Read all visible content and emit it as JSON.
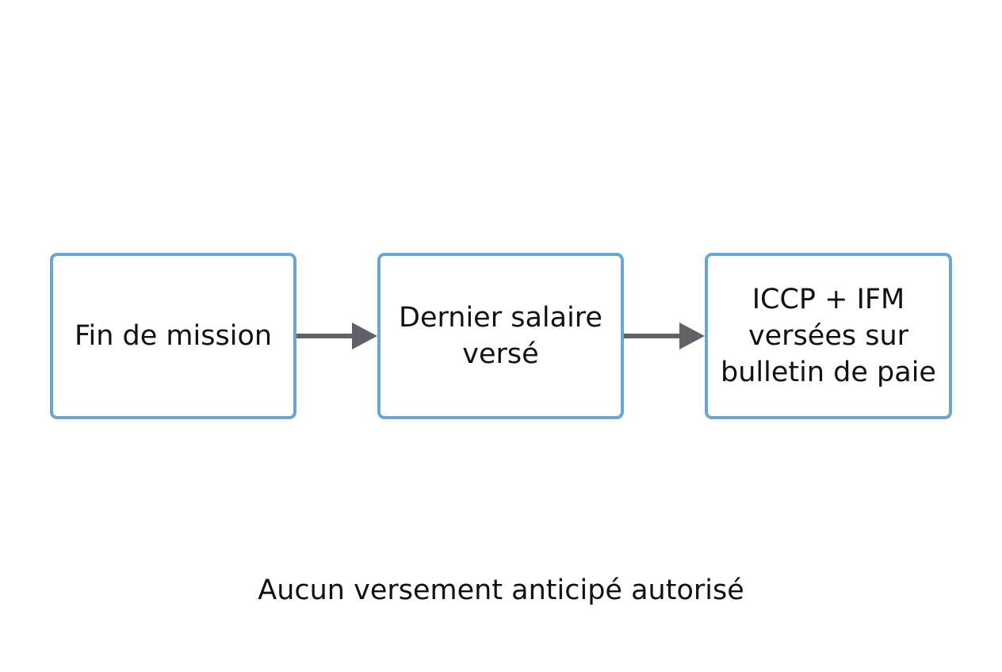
{
  "diagram": {
    "nodes": [
      {
        "id": "fin-de-mission",
        "lines": [
          "Fin de mission"
        ]
      },
      {
        "id": "dernier-salaire",
        "lines": [
          "Dernier salaire",
          "versé"
        ]
      },
      {
        "id": "iccp-ifm",
        "lines": [
          "ICCP + IFM",
          "versées sur",
          "bulletin de paie"
        ]
      }
    ],
    "edges": [
      {
        "from": "fin-de-mission",
        "to": "dernier-salaire"
      },
      {
        "from": "dernier-salaire",
        "to": "iccp-ifm"
      }
    ],
    "footnote": "Aucun versement anticipé autorisé"
  },
  "colors": {
    "box_border": "#6aa6d0",
    "arrow": "#5f6266",
    "text": "#111111",
    "background": "#ffffff"
  }
}
